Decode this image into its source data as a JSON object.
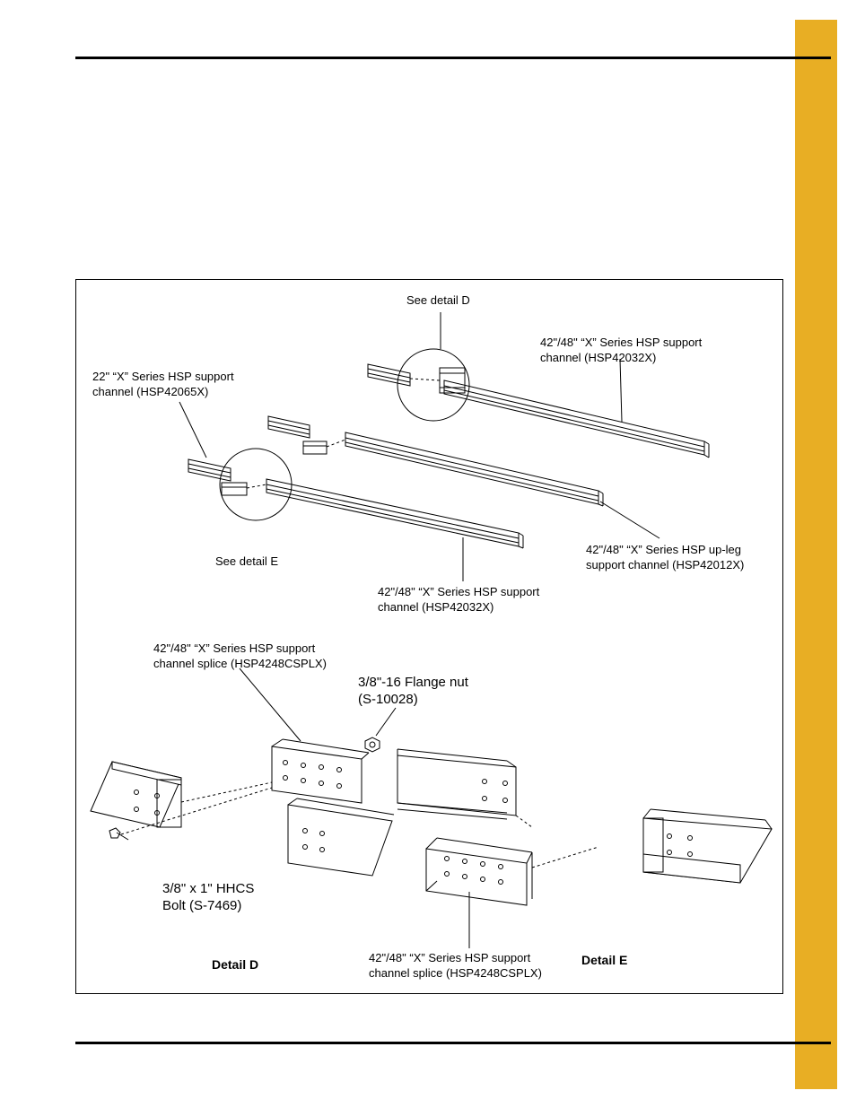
{
  "colors": {
    "tab": "#e8ae24",
    "ink": "#000000",
    "paper": "#ffffff"
  },
  "figure": {
    "labels": {
      "see_detail_d": "See detail D",
      "support_channel_top": "42\"/48\" “X” Series HSP support\nchannel (HSP42032X)",
      "support_22": "22\" “X” Series HSP support\nchannel (HSP42065X)",
      "see_detail_e": "See detail E",
      "upleg_channel": "42\"/48\" “X” Series HSP up-leg\nsupport channel (HSP42012X)",
      "support_channel_bottom": "42\"/48\" “X” Series HSP support\nchannel (HSP42032X)",
      "splice_top": "42\"/48\" “X” Series HSP support\nchannel splice (HSP4248CSPLX)",
      "flange_nut": "3/8\"-16 Flange nut\n(S-10028)",
      "bolt": "3/8\" x 1\" HHCS\nBolt (S-7469)",
      "detail_d": "Detail D",
      "splice_bottom": "42\"/48\" “X” Series HSP support\nchannel splice (HSP4248CSPLX)",
      "detail_e": "Detail E"
    }
  }
}
